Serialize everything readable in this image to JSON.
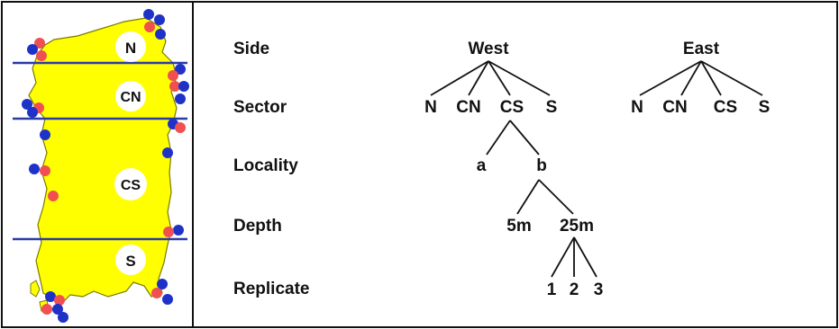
{
  "map": {
    "sectors": [
      {
        "id": "N",
        "label": "N"
      },
      {
        "id": "CN",
        "label": "CN"
      },
      {
        "id": "CS",
        "label": "CS"
      },
      {
        "id": "S",
        "label": "S"
      }
    ],
    "colors": {
      "island": "#ffff00",
      "island_outline": "#7a7a00",
      "sector_line": "#2a3aa8",
      "west_marker": "#f05050",
      "east_marker": "#1e32c8"
    }
  },
  "levels": {
    "side": "Side",
    "sector": "Sector",
    "locality": "Locality",
    "depth": "Depth",
    "replicate": "Replicate"
  },
  "tree": {
    "west": "West",
    "east": "East",
    "west_sectors": [
      "N",
      "CN",
      "CS",
      "S"
    ],
    "east_sectors": [
      "N",
      "CN",
      "CS",
      "S"
    ],
    "localities": [
      "a",
      "b"
    ],
    "depths": [
      "5m",
      "25m"
    ],
    "replicates": [
      "1",
      "2",
      "3"
    ]
  }
}
